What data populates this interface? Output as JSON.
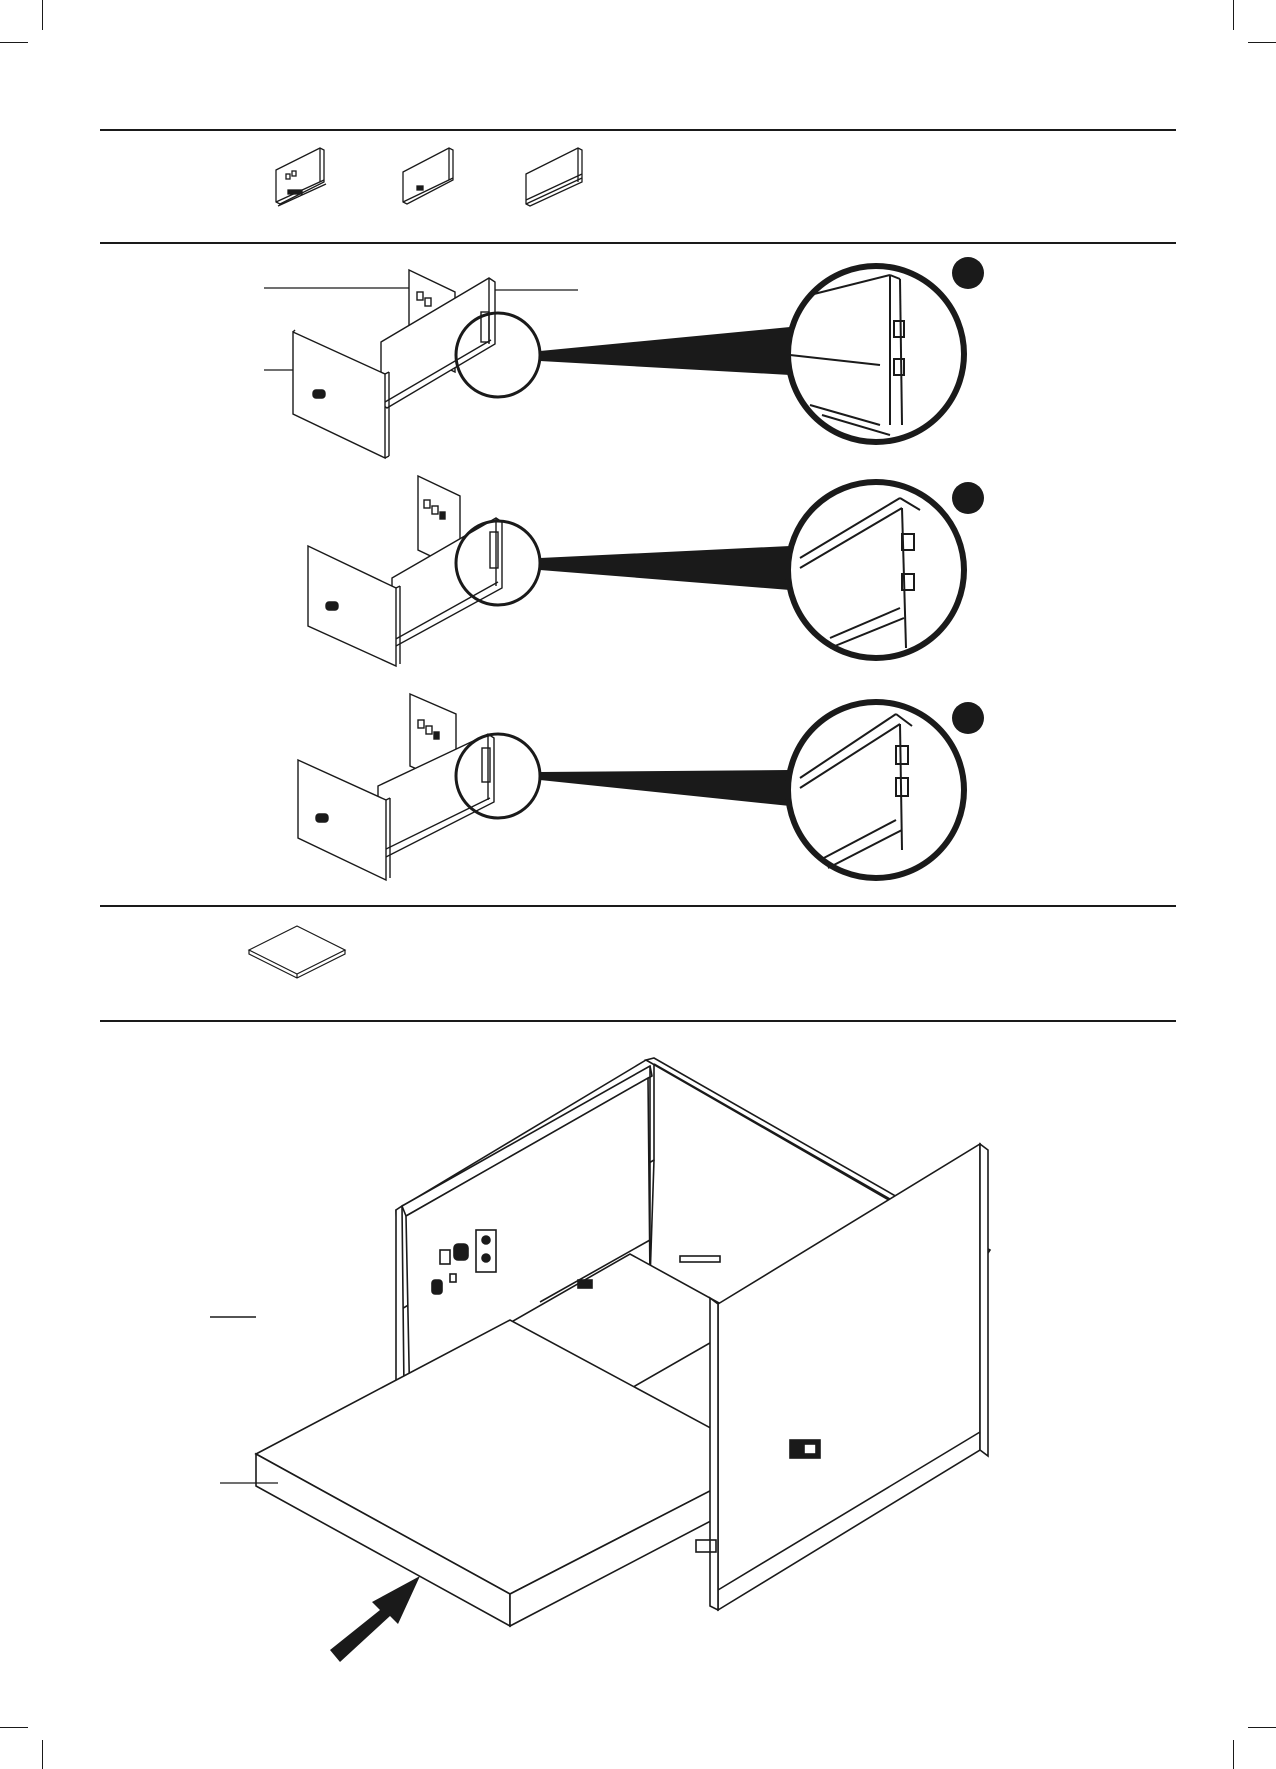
{
  "document": {
    "type": "assembly-instruction-page",
    "text_items": []
  },
  "sections": [
    {
      "id": "parts-drawer-panels",
      "parts": [
        "side-panel-with-rail",
        "side-panel",
        "back-panel"
      ]
    },
    {
      "id": "step-attach-panels",
      "substeps": 3
    },
    {
      "id": "parts-bottom-board",
      "parts": [
        "bottom-board"
      ]
    },
    {
      "id": "step-slide-bottom",
      "action": "slide-in"
    }
  ],
  "colors": {
    "ink": "#1a1a1a",
    "paper": "#ffffff"
  },
  "icons": [
    "crop-mark",
    "detail-magnifier-circle",
    "step-badge-dot",
    "insert-arrow"
  ]
}
